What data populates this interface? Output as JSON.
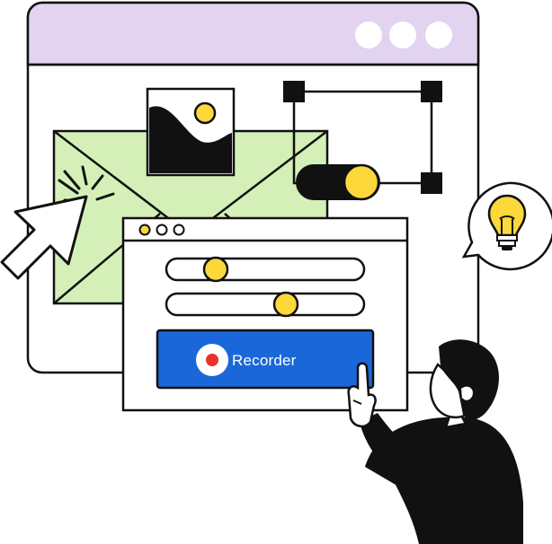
{
  "recorder_button": {
    "label": "Recorder",
    "color": "#1a67d9"
  },
  "colors": {
    "window_header": "#e2d3f0",
    "envelope": "#d4f0b8",
    "accent_yellow": "#fdd83b",
    "record_dot": "#e8322c",
    "outline": "#111111"
  },
  "sliders": [
    {
      "name": "slider-1",
      "value": 0.27
    },
    {
      "name": "slider-2",
      "value": 0.6
    }
  ],
  "toggle": {
    "name": "toggle-switch",
    "state": "on"
  },
  "icons": [
    "window-dots-icon",
    "image-icon",
    "envelope-icon",
    "cursor-arrow-icon",
    "lightbulb-icon",
    "record-icon",
    "transform-handles-icon"
  ]
}
